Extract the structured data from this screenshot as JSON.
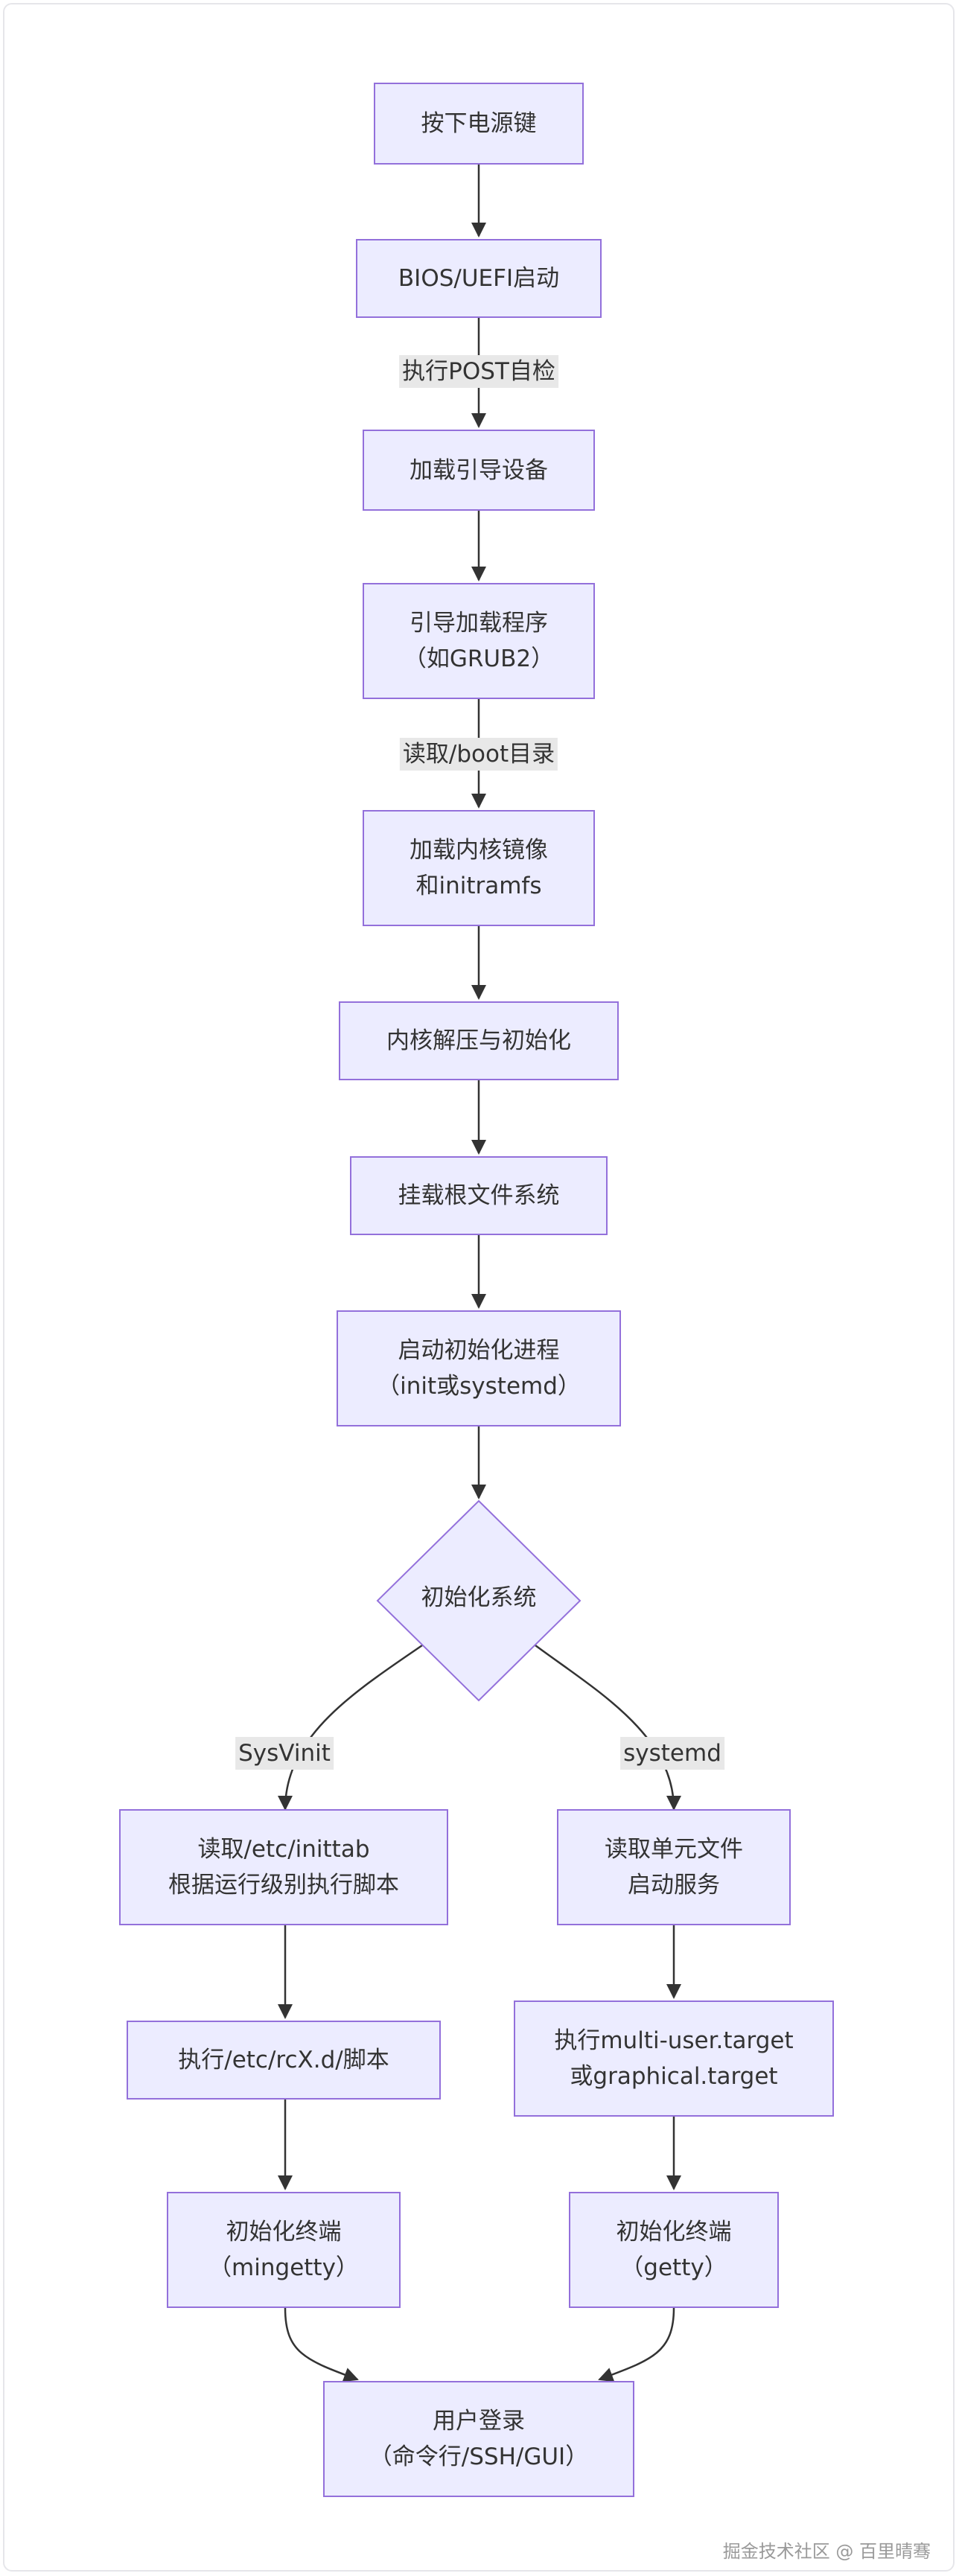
{
  "diagram": {
    "nodes": {
      "power_on": "按下电源键",
      "bios": "BIOS/UEFI启动",
      "boot_device": "加载引导设备",
      "bootloader": "引导加载程序\n（如GRUB2）",
      "kernel_image": "加载内核镜像\n和initramfs",
      "kernel_init": "内核解压与初始化",
      "mount_root": "挂载根文件系统",
      "init_process": "启动初始化进程\n（init或systemd）",
      "init_system": "初始化系统",
      "sysvinit_read": "读取/etc/inittab\n根据运行级别执行脚本",
      "sysvinit_exec": "执行/etc/rcX.d/脚本",
      "sysvinit_tty": "初始化终端\n（mingetty）",
      "systemd_read": "读取单元文件\n启动服务",
      "systemd_exec": "执行multi-user.target\n或graphical.target",
      "systemd_tty": "初始化终端\n（getty）",
      "login": "用户登录\n（命令行/SSH/GUI）"
    },
    "edge_labels": {
      "post": "执行POST自检",
      "read_boot": "读取/boot目录",
      "sysvinit": "SysVinit",
      "systemd": "systemd"
    },
    "colors": {
      "node_fill": "#ececff",
      "node_stroke": "#9370db",
      "edge": "#333333",
      "label_bg": "#e8e8e8"
    }
  },
  "watermark": "掘金技术社区 @ 百里晴骞"
}
